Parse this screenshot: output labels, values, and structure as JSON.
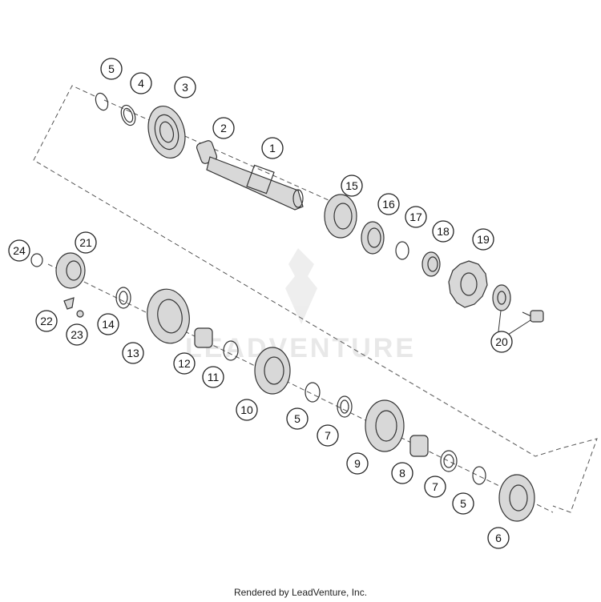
{
  "watermark": {
    "text": "LEADVENTURE"
  },
  "credit": "Rendered by LeadVenture, Inc.",
  "callouts": [
    {
      "id": "c5a",
      "label": "5"
    },
    {
      "id": "c4",
      "label": "4"
    },
    {
      "id": "c3",
      "label": "3"
    },
    {
      "id": "c2",
      "label": "2"
    },
    {
      "id": "c1",
      "label": "1"
    },
    {
      "id": "c15",
      "label": "15"
    },
    {
      "id": "c16",
      "label": "16"
    },
    {
      "id": "c17",
      "label": "17"
    },
    {
      "id": "c18",
      "label": "18"
    },
    {
      "id": "c19",
      "label": "19"
    },
    {
      "id": "c20",
      "label": "20"
    },
    {
      "id": "c24",
      "label": "24"
    },
    {
      "id": "c21",
      "label": "21"
    },
    {
      "id": "c22",
      "label": "22"
    },
    {
      "id": "c23",
      "label": "23"
    },
    {
      "id": "c14",
      "label": "14"
    },
    {
      "id": "c13",
      "label": "13"
    },
    {
      "id": "c12",
      "label": "12"
    },
    {
      "id": "c11",
      "label": "11"
    },
    {
      "id": "c10",
      "label": "10"
    },
    {
      "id": "c5b",
      "label": "5"
    },
    {
      "id": "c7a",
      "label": "7"
    },
    {
      "id": "c9",
      "label": "9"
    },
    {
      "id": "c8",
      "label": "8"
    },
    {
      "id": "c7b",
      "label": "7"
    },
    {
      "id": "c5c",
      "label": "5"
    },
    {
      "id": "c6",
      "label": "6"
    }
  ]
}
